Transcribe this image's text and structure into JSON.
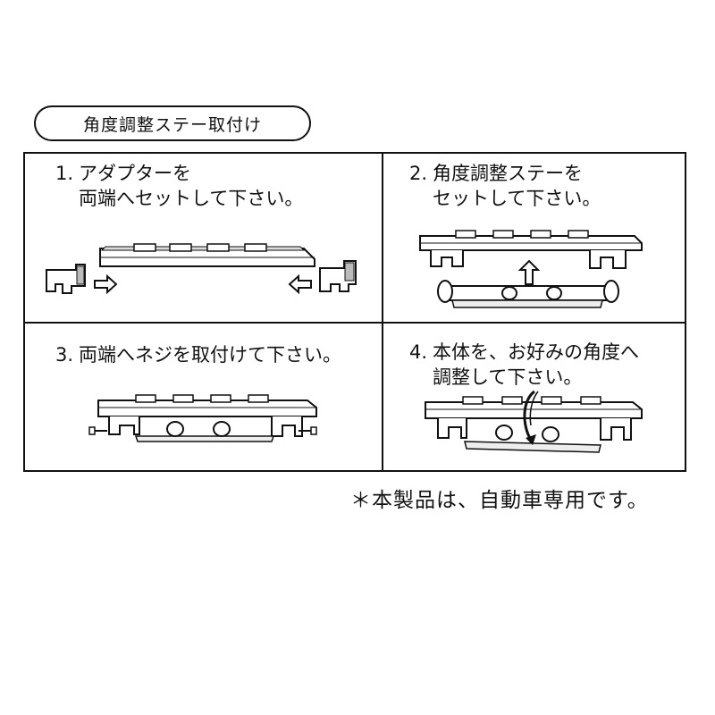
{
  "title": "角度調整ステー取付け",
  "steps": [
    {
      "num": "1.",
      "line1": "アダプターを",
      "line2": "両端へセットして下さい。"
    },
    {
      "num": "2.",
      "line1": "角度調整ステーを",
      "line2": "セットして下さい。"
    },
    {
      "num": "3.",
      "line1": "両端へネジを取付けて下さい。",
      "line2": ""
    },
    {
      "num": "4.",
      "line1": "本体を、お好みの角度へ",
      "line2": "調整して下さい。"
    }
  ],
  "note": "＊本製品は、自動車専用です。",
  "icons": [
    "arrow-right-icon",
    "arrow-left-icon",
    "arrow-up-icon",
    "rotate-arrow-icon",
    "screw-icon"
  ],
  "colors": {
    "line": "#111111",
    "background": "#ffffff"
  }
}
